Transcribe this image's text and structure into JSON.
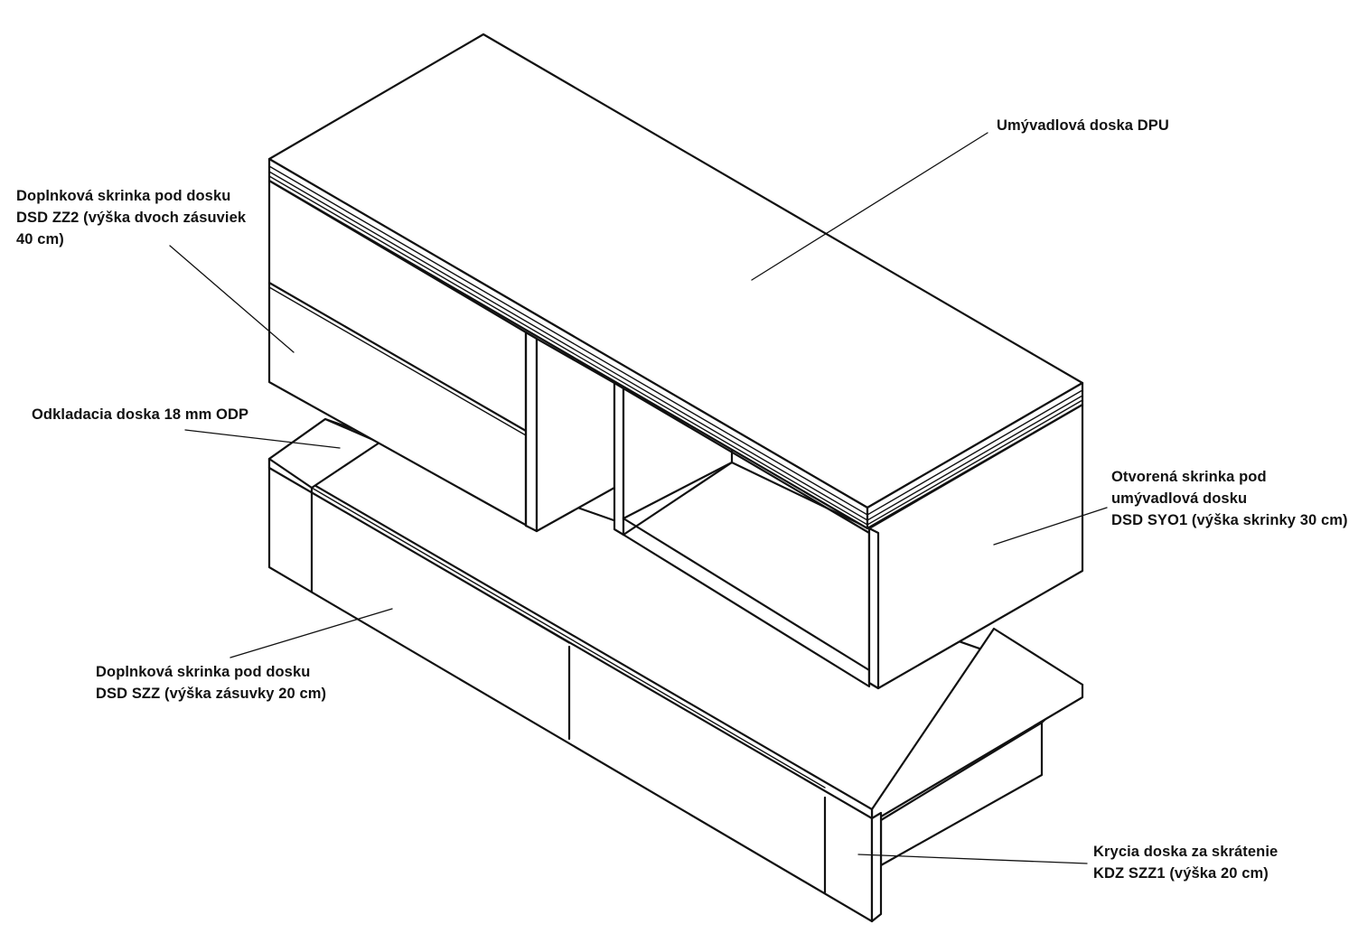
{
  "labels": {
    "countertop": {
      "line1": "Umývadlová doska DPU"
    },
    "upper_drawer_cabinet": {
      "line1": "Doplnková skrinka pod dosku",
      "line2": "DSD ZZ2 (výška dvoch zásuviek",
      "line3": "40 cm)"
    },
    "shelf_board": {
      "line1": "Odkladacia doska 18 mm ODP"
    },
    "open_cabinet": {
      "line1": "Otvorená skrinka pod",
      "line2": "umývadlová dosku",
      "line3": "DSD SYO1 (výška skrinky 30 cm)"
    },
    "lower_drawer_cabinet": {
      "line1": "Doplnková skrinka pod dosku",
      "line2": "DSD SZZ (výška zásuvky 20 cm)"
    },
    "cover_board": {
      "line1": "Krycia doska za skrátenie",
      "line2": "KDZ SZZ1 (výška 20 cm)"
    }
  },
  "colors": {
    "line": "#111111",
    "background": "#ffffff"
  }
}
